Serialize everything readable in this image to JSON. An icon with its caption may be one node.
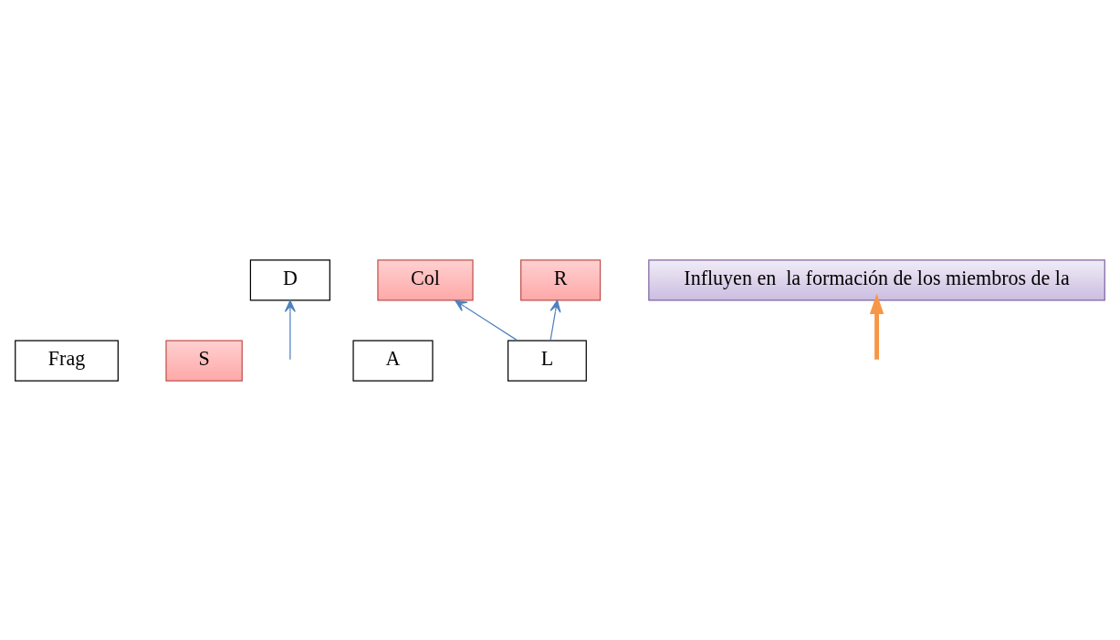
{
  "diagram": {
    "nodes": [
      {
        "text": [
          "Frag"
        ]
      },
      {
        "text": [
          "S"
        ]
      },
      {
        "text": [
          "D"
        ]
      },
      {
        "text": [
          "A"
        ]
      },
      {
        "text": [
          "Col"
        ]
      },
      {
        "text": [
          "R"
        ]
      },
      {
        "text": [
          "L"
        ]
      },
      {
        "text": [
          "Influyen en  la formación de los miembros de la"
        ]
      }
    ],
    "edges": [
      {
        "from": null,
        "to": 2,
        "arrow": "to"
      },
      {
        "from": 6,
        "to": 5,
        "arrow": "to"
      },
      {
        "from": 6,
        "to": 4,
        "arrow": "to"
      },
      {
        "from": null,
        "to": 7,
        "arrow": "to",
        "style": "thick",
        "color": "#f79646"
      }
    ]
  }
}
